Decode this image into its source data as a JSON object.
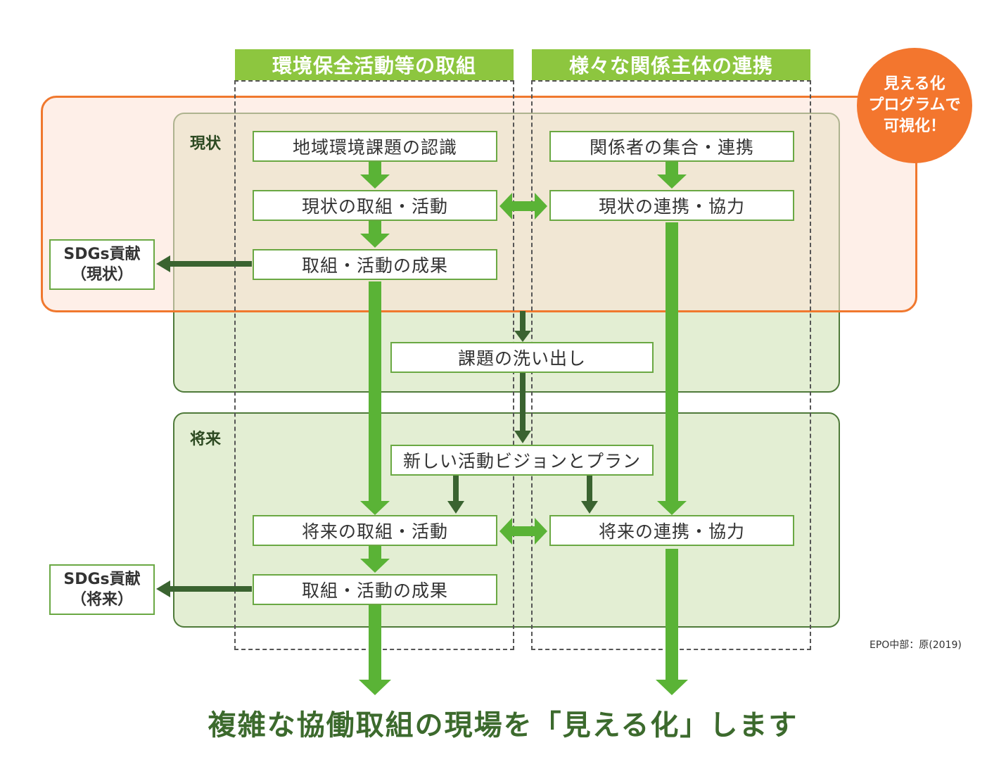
{
  "headers": {
    "left": "環境保全活動等の取組",
    "right": "様々な関係主体の連携"
  },
  "badge": {
    "line1": "見える化",
    "line2": "プログラムで",
    "line3": "可視化！"
  },
  "stages": {
    "current": "現状",
    "future": "将来"
  },
  "boxes": {
    "recognition": "地域環境課題の認識",
    "current_activity": "現状の取組・活動",
    "current_result": "取組・活動の成果",
    "stakeholders": "関係者の集合・連携",
    "current_cooperation": "現状の連携・協力",
    "issues": "課題の洗い出し",
    "vision": "新しい活動ビジョンとプラン",
    "future_activity": "将来の取組・活動",
    "future_result": "取組・活動の成果",
    "future_cooperation": "将来の連携・協力"
  },
  "sdgs": {
    "current_line1": "SDGs貢献",
    "current_line2": "（現状）",
    "future_line1": "SDGs貢献",
    "future_line2": "（将来）"
  },
  "credit": "EPO中部：原(2019)",
  "tagline": "複雑な協働取組の現場を「見える化」します",
  "colors": {
    "header_green": "#8dc63f",
    "arrow_green": "#5ab336",
    "arrow_dark": "#3a6330",
    "panel_fill": "#e3eed3",
    "orange": "#f0782e"
  }
}
